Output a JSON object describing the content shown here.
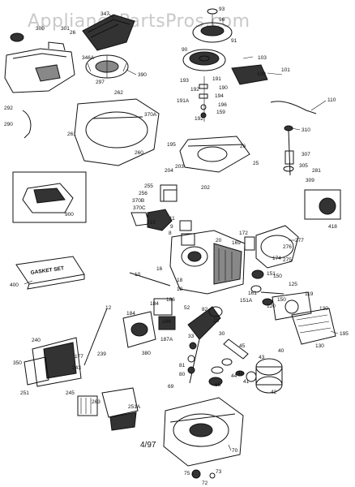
{
  "watermark": "AppliancePartsPros.com",
  "date_code": "4/97",
  "boxed_labels": {
    "gasket_set": "GASKET SET"
  },
  "part_numbers": [
    {
      "id": "p347",
      "text": "347"
    },
    {
      "id": "p93",
      "text": "93"
    },
    {
      "id": "p300",
      "text": "300"
    },
    {
      "id": "p301",
      "text": "301"
    },
    {
      "id": "p26a",
      "text": "26"
    },
    {
      "id": "p346a",
      "text": "346A"
    },
    {
      "id": "p96",
      "text": "96"
    },
    {
      "id": "p91",
      "text": "91"
    },
    {
      "id": "p90",
      "text": "90"
    },
    {
      "id": "p103",
      "text": "103"
    },
    {
      "id": "p100",
      "text": "100"
    },
    {
      "id": "p101",
      "text": "101"
    },
    {
      "id": "p390",
      "text": "390"
    },
    {
      "id": "p297",
      "text": "297"
    },
    {
      "id": "p262",
      "text": "262"
    },
    {
      "id": "p193",
      "text": "193"
    },
    {
      "id": "p191",
      "text": "191"
    },
    {
      "id": "p190",
      "text": "190"
    },
    {
      "id": "p192a",
      "text": "192"
    },
    {
      "id": "p194",
      "text": "194"
    },
    {
      "id": "p191a",
      "text": "191A"
    },
    {
      "id": "p196",
      "text": "196"
    },
    {
      "id": "p159",
      "text": "159"
    },
    {
      "id": "p110",
      "text": "110"
    },
    {
      "id": "p370a",
      "text": "370A"
    },
    {
      "id": "p192b",
      "text": "192"
    },
    {
      "id": "p292",
      "text": "292"
    },
    {
      "id": "p290",
      "text": "290"
    },
    {
      "id": "p261",
      "text": "261"
    },
    {
      "id": "p260",
      "text": "260"
    },
    {
      "id": "p195",
      "text": "195"
    },
    {
      "id": "p310",
      "text": "310"
    },
    {
      "id": "p26b",
      "text": "26"
    },
    {
      "id": "p307",
      "text": "307"
    },
    {
      "id": "p25",
      "text": "25"
    },
    {
      "id": "p305",
      "text": "305"
    },
    {
      "id": "p281",
      "text": "281"
    },
    {
      "id": "p309",
      "text": "309"
    },
    {
      "id": "p204",
      "text": "204"
    },
    {
      "id": "p203",
      "text": "203"
    },
    {
      "id": "p255",
      "text": "255"
    },
    {
      "id": "p202",
      "text": "202"
    },
    {
      "id": "p256",
      "text": "256"
    },
    {
      "id": "p370b",
      "text": "370B"
    },
    {
      "id": "p370c",
      "text": "370C"
    },
    {
      "id": "p900",
      "text": "900"
    },
    {
      "id": "p418",
      "text": "418"
    },
    {
      "id": "p215",
      "text": "215"
    },
    {
      "id": "p11",
      "text": "11"
    },
    {
      "id": "p9",
      "text": "9"
    },
    {
      "id": "p8",
      "text": "8"
    },
    {
      "id": "p20",
      "text": "20"
    },
    {
      "id": "p172",
      "text": "172"
    },
    {
      "id": "p169",
      "text": "169"
    },
    {
      "id": "p277",
      "text": "277"
    },
    {
      "id": "p276",
      "text": "276"
    },
    {
      "id": "p174",
      "text": "174"
    },
    {
      "id": "p275",
      "text": "275"
    },
    {
      "id": "p400",
      "text": "400"
    },
    {
      "id": "p16",
      "text": "16"
    },
    {
      "id": "p10",
      "text": "10"
    },
    {
      "id": "p151",
      "text": "151"
    },
    {
      "id": "p18a",
      "text": "18"
    },
    {
      "id": "p150a",
      "text": "150"
    },
    {
      "id": "p125",
      "text": "125"
    },
    {
      "id": "p18b",
      "text": "18"
    },
    {
      "id": "p161",
      "text": "161"
    },
    {
      "id": "p151a",
      "text": "151A"
    },
    {
      "id": "p150b",
      "text": "150"
    },
    {
      "id": "p120",
      "text": "120"
    },
    {
      "id": "p119",
      "text": "119"
    },
    {
      "id": "p186",
      "text": "186"
    },
    {
      "id": "p130a",
      "text": "130"
    },
    {
      "id": "p12",
      "text": "12"
    },
    {
      "id": "p184a",
      "text": "184"
    },
    {
      "id": "p52",
      "text": "52"
    },
    {
      "id": "p82",
      "text": "82"
    },
    {
      "id": "p184b",
      "text": "184"
    },
    {
      "id": "p186b",
      "text": "186"
    },
    {
      "id": "p187a",
      "text": "187A"
    },
    {
      "id": "p240",
      "text": "240"
    },
    {
      "id": "p239",
      "text": "239"
    },
    {
      "id": "p380",
      "text": "380"
    },
    {
      "id": "p29",
      "text": "29"
    },
    {
      "id": "p30",
      "text": "30"
    },
    {
      "id": "p45",
      "text": "45"
    },
    {
      "id": "p195b",
      "text": "195"
    },
    {
      "id": "p130b",
      "text": "130"
    },
    {
      "id": "p177",
      "text": "177"
    },
    {
      "id": "p243a",
      "text": "243"
    },
    {
      "id": "p350",
      "text": "350"
    },
    {
      "id": "p33",
      "text": "33"
    },
    {
      "id": "p43",
      "text": "43"
    },
    {
      "id": "p40",
      "text": "40"
    },
    {
      "id": "p48",
      "text": "48"
    },
    {
      "id": "p251",
      "text": "251"
    },
    {
      "id": "p245",
      "text": "245"
    },
    {
      "id": "p263",
      "text": "263"
    },
    {
      "id": "p251a",
      "text": "251A"
    },
    {
      "id": "p81",
      "text": "81"
    },
    {
      "id": "p80",
      "text": "80"
    },
    {
      "id": "p69",
      "text": "69"
    },
    {
      "id": "p65",
      "text": "65"
    },
    {
      "id": "p44",
      "text": "44"
    },
    {
      "id": "p41",
      "text": "41"
    },
    {
      "id": "p42",
      "text": "42"
    },
    {
      "id": "p70",
      "text": "70"
    },
    {
      "id": "p73",
      "text": "73"
    },
    {
      "id": "p75",
      "text": "75"
    },
    {
      "id": "p72",
      "text": "72"
    }
  ]
}
